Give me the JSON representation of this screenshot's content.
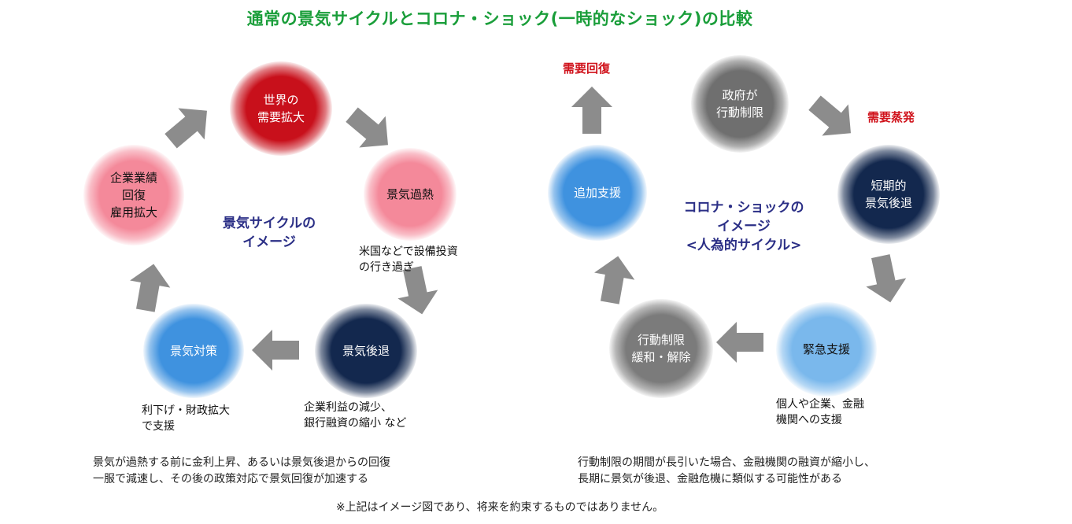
{
  "title": "通常の景気サイクルとコロナ・ショック(一時的なショック)の比較",
  "colors": {
    "title": "#1a9e3a",
    "center_label": "#2b2f86",
    "red_label": "#d0121b",
    "arrow": "#8c8c8c"
  },
  "left": {
    "center_label": "景気サイクルの\nイメージ",
    "nodes": {
      "world_demand": "世界の\n需要拡大",
      "overheat": "景気過熱",
      "recession": "景気後退",
      "measures": "景気対策",
      "recovery": "企業業績\n回復\n雇用拡大"
    },
    "notes": {
      "overheat": "米国などで設備投資\nの行き過ぎ",
      "recession": "企業利益の減少、\n銀行融資の縮小 など",
      "measures": "利下げ・財政拡大\nで支援"
    },
    "summary": "景気が過熱する前に金利上昇、あるいは景気後退からの回復\n一服で減速し、その後の政策対応で景気回復が加速する"
  },
  "right": {
    "center_label": "コロナ・ショックの\nイメージ\n<人為的サイクル>",
    "nodes": {
      "gov_restrict": "政府が\n行動制限",
      "short_recession": "短期的\n景気後退",
      "emergency": "緊急支援",
      "easing": "行動制限\n緩和・解除",
      "additional": "追加支援"
    },
    "red_labels": {
      "demand_recovery": "需要回復",
      "demand_evaporation": "需要蒸発"
    },
    "notes": {
      "emergency": "個人や企業、金融\n機関への支援"
    },
    "summary": "行動制限の期間が長引いた場合、金融機関の融資が縮小し、\n長期に景気が後退、金融危機に類似する可能性がある"
  },
  "disclaimer": "※上記はイメージ図であり、将来を約束するものではありません。"
}
